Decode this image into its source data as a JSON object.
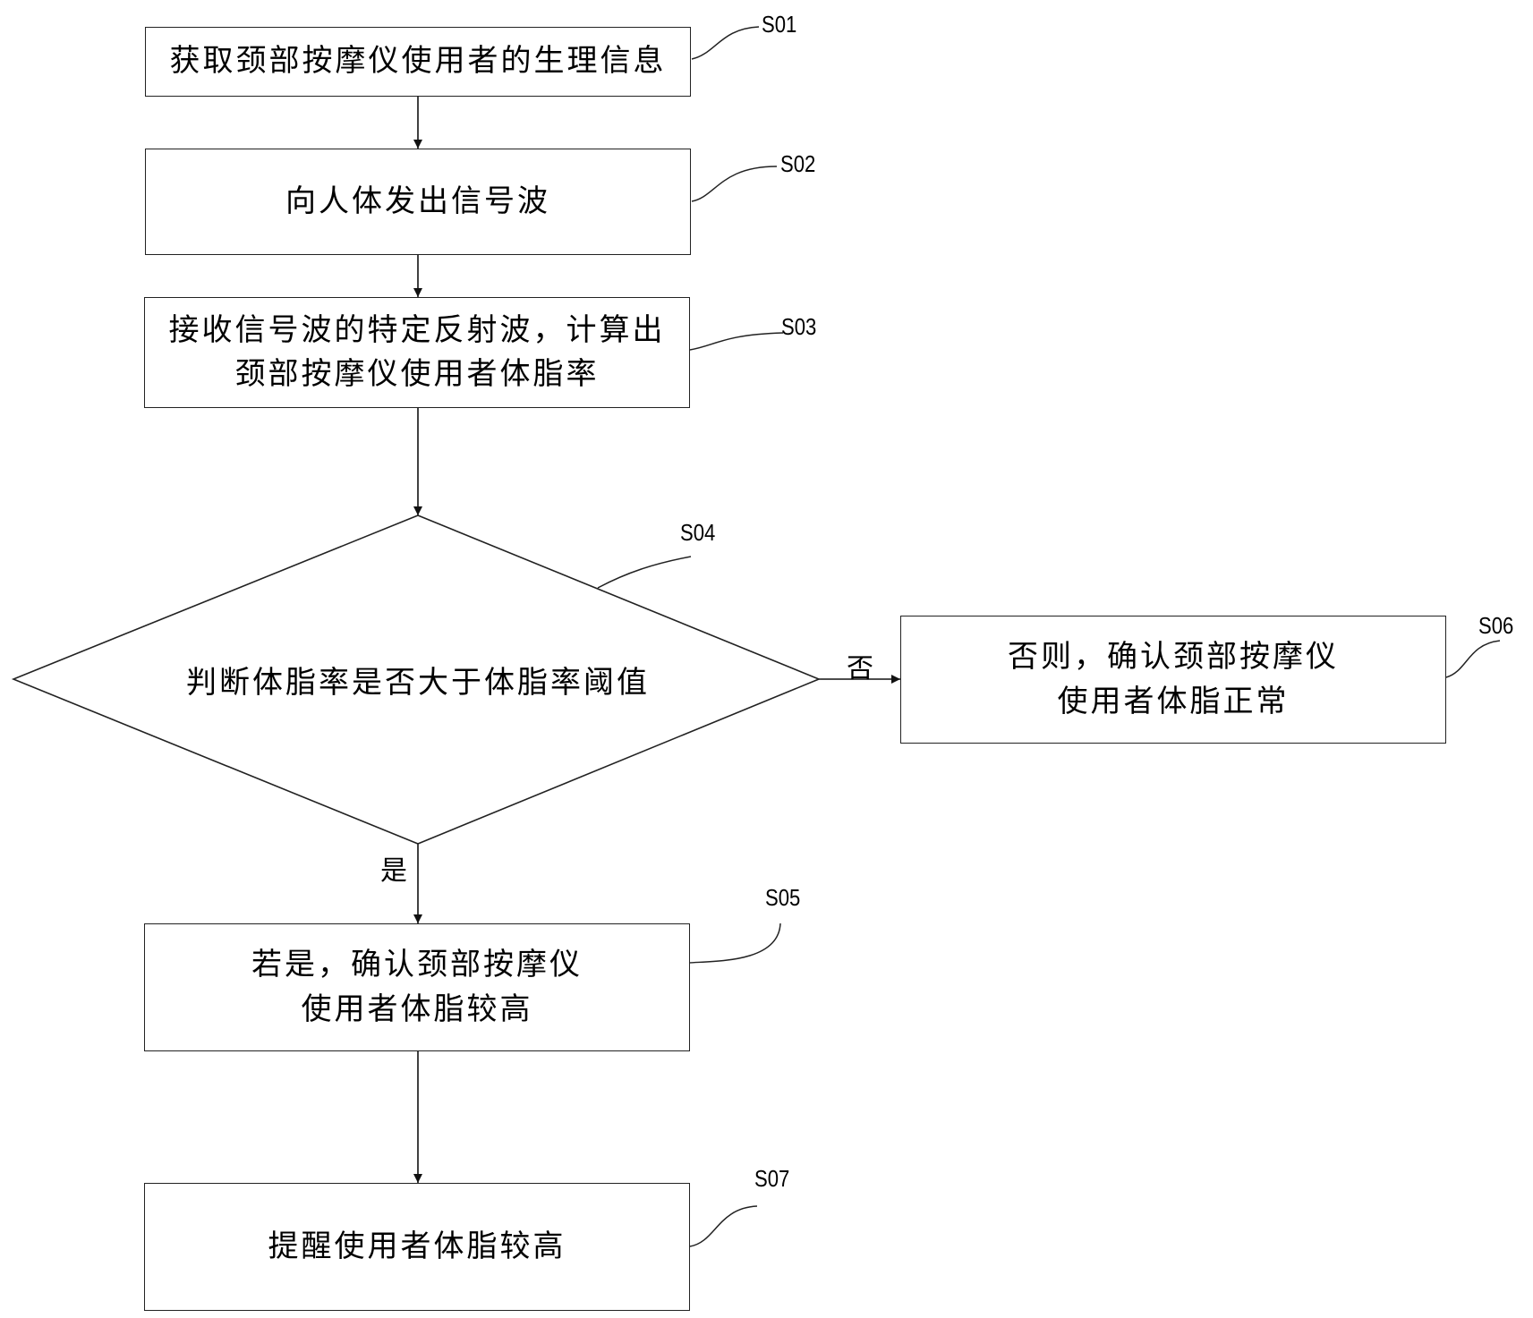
{
  "steps": {
    "s01": {
      "id": "S01",
      "text": "获取颈部按摩仪使用者的生理信息"
    },
    "s02": {
      "id": "S02",
      "text": "向人体发出信号波"
    },
    "s03": {
      "id": "S03",
      "text": "接收信号波的特定反射波，计算出\n颈部按摩仪使用者体脂率"
    },
    "s04": {
      "id": "S04",
      "text": "判断体脂率是否大于体脂率阈值"
    },
    "s05": {
      "id": "S05",
      "text": "若是，确认颈部按摩仪\n使用者体脂较高"
    },
    "s06": {
      "id": "S06",
      "text": "否则，确认颈部按摩仪\n使用者体脂正常"
    },
    "s07": {
      "id": "S07",
      "text": "提醒使用者体脂较高"
    }
  },
  "branches": {
    "yes": "是",
    "no": "否"
  }
}
